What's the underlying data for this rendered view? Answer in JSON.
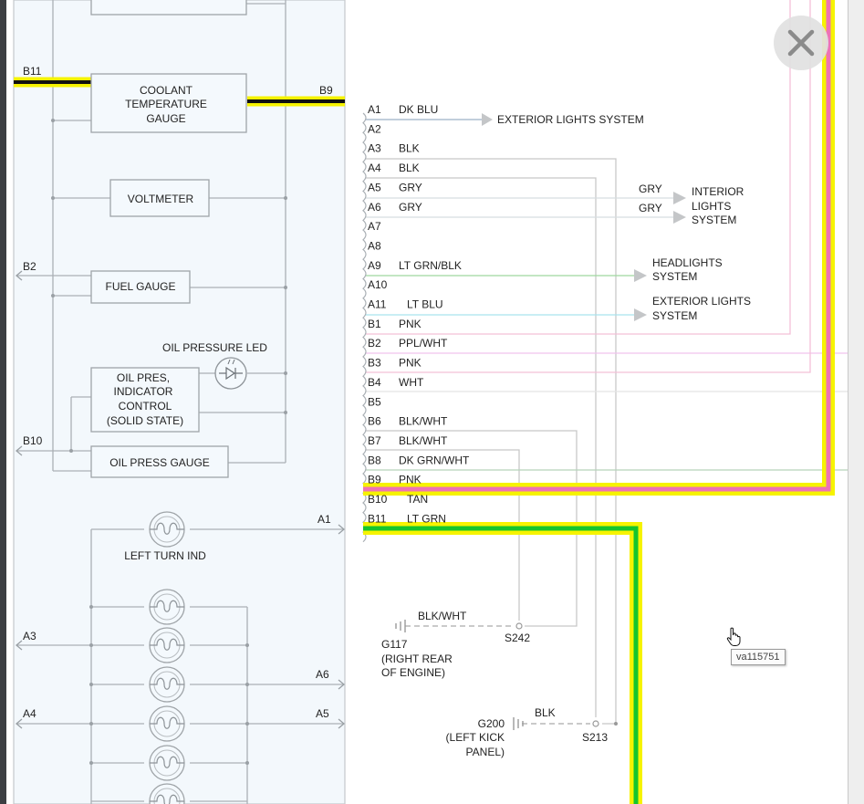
{
  "viewer": {
    "close_icon": "close-icon",
    "cursor_icon": "hand-pointer-icon",
    "tooltip": "va115751"
  },
  "colors": {
    "yellow": "#f6f300",
    "black": "#111111",
    "pink": "#ee72b4",
    "green": "#15c52d",
    "grey": "#bfbfbf",
    "box_fill": "#f4f9fd",
    "box_stroke": "#9fa4a8",
    "panel_bg": "#f3f8fc"
  },
  "diagram": {
    "left": {
      "b11": "B11",
      "b9": "B9",
      "coolant_gauge": [
        "COOLANT",
        "TEMPERATURE",
        "GAUGE"
      ],
      "voltmeter": "VOLTMETER",
      "b2": "B2",
      "fuel_gauge": "FUEL GAUGE",
      "oil_led_label": "OIL PRESSURE LED",
      "oil_control": [
        "OIL PRES,",
        "INDICATOR",
        "CONTROL",
        "(SOLID STATE)"
      ],
      "b10": "B10",
      "oil_press_gauge": "OIL PRESS GAUGE",
      "a1": "A1",
      "left_turn": "LEFT TURN IND",
      "a3": "A3",
      "a6": "A6",
      "a4": "A4",
      "a5": "A5"
    },
    "pins": [
      {
        "pin": "A1",
        "wire": "DK BLU"
      },
      {
        "pin": "A2",
        "wire": ""
      },
      {
        "pin": "A3",
        "wire": "BLK"
      },
      {
        "pin": "A4",
        "wire": "BLK"
      },
      {
        "pin": "A5",
        "wire": "GRY"
      },
      {
        "pin": "A6",
        "wire": "GRY"
      },
      {
        "pin": "A7",
        "wire": ""
      },
      {
        "pin": "A8",
        "wire": ""
      },
      {
        "pin": "A9",
        "wire": "LT GRN/BLK"
      },
      {
        "pin": "A10",
        "wire": ""
      },
      {
        "pin": "A11",
        "wire": "LT BLU"
      },
      {
        "pin": "B1",
        "wire": "PNK"
      },
      {
        "pin": "B2",
        "wire": "PPL/WHT"
      },
      {
        "pin": "B3",
        "wire": "PNK"
      },
      {
        "pin": "B4",
        "wire": "WHT"
      },
      {
        "pin": "B5",
        "wire": ""
      },
      {
        "pin": "B6",
        "wire": "BLK/WHT"
      },
      {
        "pin": "B7",
        "wire": "BLK/WHT"
      },
      {
        "pin": "B8",
        "wire": "DK GRN/WHT"
      },
      {
        "pin": "B9",
        "wire": "PNK"
      },
      {
        "pin": "B10",
        "wire": "TAN"
      },
      {
        "pin": "B11",
        "wire": "LT GRN"
      }
    ],
    "right": {
      "exterior_lights_1": "EXTERIOR LIGHTS SYSTEM",
      "gry_1": "GRY",
      "gry_2": "GRY",
      "interior_lights": [
        "INTERIOR",
        "LIGHTS",
        "SYSTEM"
      ],
      "headlights": [
        "HEADLIGHTS",
        "SYSTEM"
      ],
      "exterior_lights_2": [
        "EXTERIOR LIGHTS",
        "SYSTEM"
      ],
      "g117_wire": "BLK/WHT",
      "s242": "S242",
      "g117": [
        "G117",
        "(RIGHT REAR",
        "OF ENGINE)"
      ],
      "g200_wire": "BLK",
      "g200": [
        "G200",
        "(LEFT KICK",
        "PANEL)"
      ],
      "s213": "S213"
    }
  }
}
